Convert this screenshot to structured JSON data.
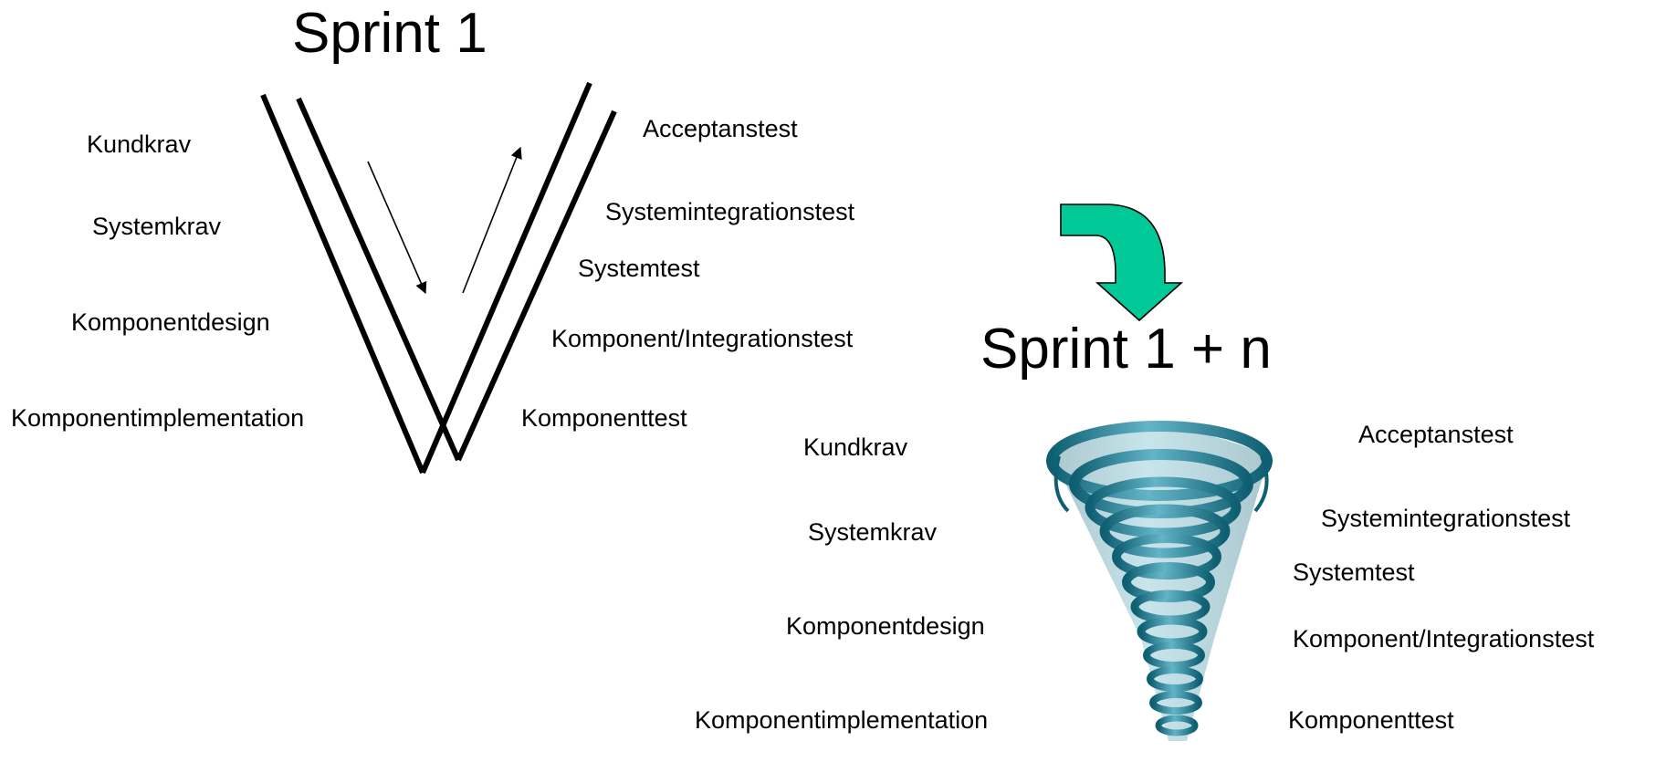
{
  "sprint1": {
    "title": "Sprint 1",
    "left_labels": [
      "Kundkrav",
      "Systemkrav",
      "Komponentdesign",
      "Komponentimplementation"
    ],
    "right_labels": [
      "Acceptanstest",
      "Systemintegrationstest",
      "Systemtest",
      "Komponent/Integrationstest",
      "Komponenttest"
    ]
  },
  "sprint_n": {
    "title": "Sprint 1 + n",
    "left_labels": [
      "Kundkrav",
      "Systemkrav",
      "Komponentdesign",
      "Komponentimplementation"
    ],
    "right_labels": [
      "Acceptanstest",
      "Systemintegrationstest",
      "Systemtest",
      "Komponent/Integrationstest",
      "Komponenttest"
    ]
  },
  "colors": {
    "arrow_fill": "#00c896",
    "tornado_dark": "#0f5f73",
    "tornado_light": "#64b4c8"
  },
  "icons": {
    "transition_arrow": "curved-arrow-icon",
    "tornado": "tornado-icon"
  }
}
